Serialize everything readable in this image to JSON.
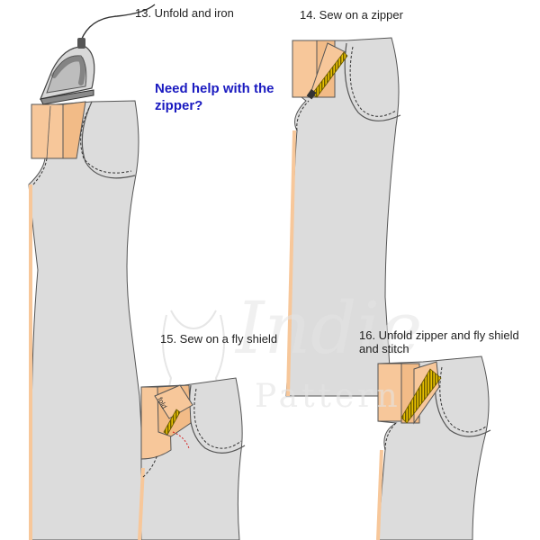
{
  "steps": [
    {
      "number": "13",
      "label": "13. Unfold and iron"
    },
    {
      "number": "14",
      "label": "14. Sew on a zipper"
    },
    {
      "number": "15",
      "label": "15. Sew on a fly shield"
    },
    {
      "number": "16",
      "label_line1": "16. Unfold zipper and fly shield",
      "label_line2": "and stitch"
    }
  ],
  "help_link": {
    "line1": "Need help with the",
    "line2": "zipper?"
  },
  "watermark": {
    "line1": "Indie",
    "line2": "Pattern"
  },
  "fold_tag": "fold",
  "colors": {
    "garment": "#dcdcdc",
    "garment_outline": "#555555",
    "facing": "#f7c79a",
    "zipper": "#e8c000",
    "help_text": "#1a1ac0",
    "marker": "#d22020"
  },
  "icons": [
    "iron-icon",
    "zipper-icon",
    "dress-form-watermark-icon"
  ]
}
